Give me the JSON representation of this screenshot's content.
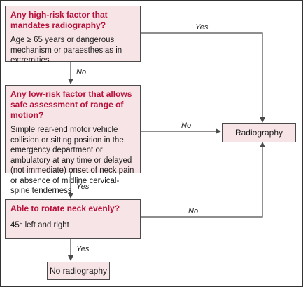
{
  "flowchart": {
    "steps": [
      {
        "question": "Any high-risk factor that mandates radiography?",
        "detail": "Age ≥ 65 years or dangerous mechanism or paraesthesias in extremities"
      },
      {
        "question": "Any low-risk factor that allows safe assessment of range of motion?",
        "detail": "Simple rear-end motor vehicle collision or sitting position in the emergency department or ambulatory at any time or delayed (not immediate) onset of neck pain or absence of midline cervical-spine tenderness"
      },
      {
        "question": "Able to rotate neck evenly?",
        "detail": "45° left and right"
      }
    ],
    "outcomes": {
      "radiography": "Radiography",
      "no_radiography": "No radiography"
    },
    "edge_labels": {
      "step1_yes": "Yes",
      "step1_no": "No",
      "step2_no": "No",
      "step2_yes": "Yes",
      "step3_no": "No",
      "step3_yes": "Yes"
    },
    "colors": {
      "box_fill": "#f7e4e6",
      "question_text": "#b8123c",
      "lines": "#4a4a4a"
    }
  }
}
